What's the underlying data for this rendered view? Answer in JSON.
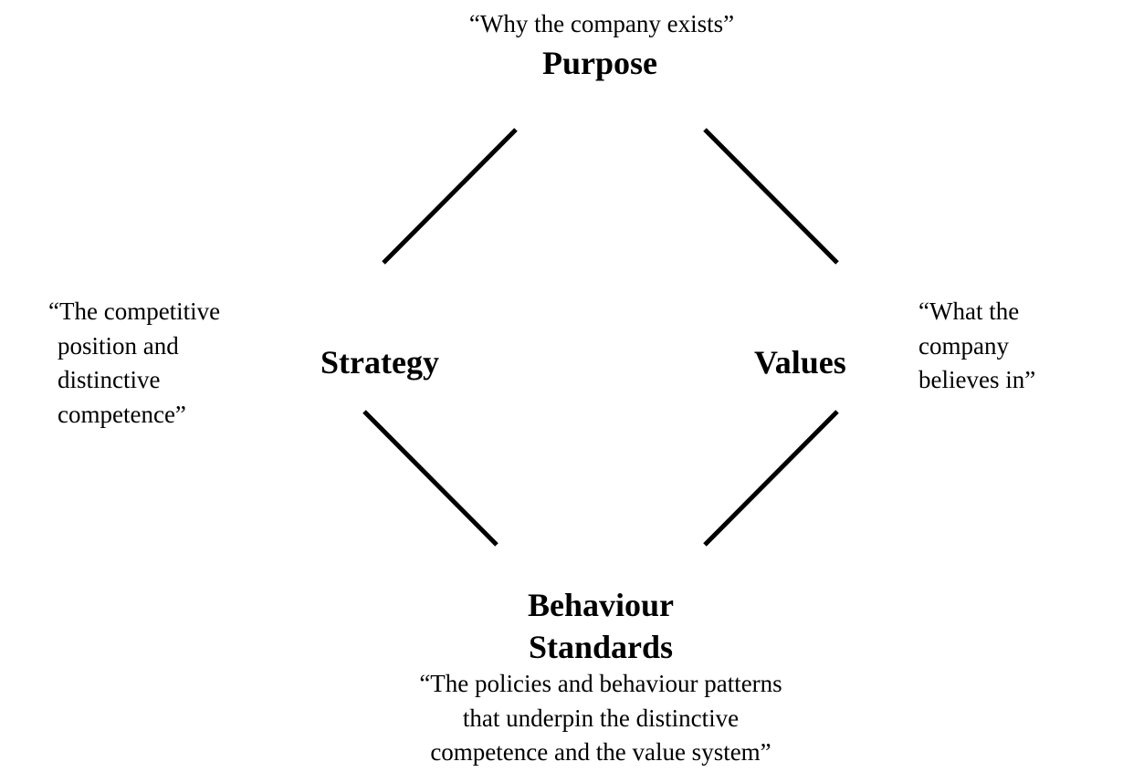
{
  "nodes": {
    "purpose": {
      "title": "Purpose",
      "desc": [
        "“Why the company exists”"
      ]
    },
    "strategy": {
      "title": "Strategy",
      "desc": [
        "“The competitive",
        "position and",
        "distinctive",
        "competence”"
      ]
    },
    "values": {
      "title": "Values",
      "desc": [
        "“What the",
        "company",
        "believes in”"
      ]
    },
    "behaviour": {
      "title": [
        "Behaviour",
        "Standards"
      ],
      "desc": [
        "“The policies and behaviour patterns",
        "that underpin the distinctive",
        "competence and the value system”"
      ]
    }
  },
  "colors": {
    "lines": "#000000",
    "text": "#000000",
    "background": "#ffffff"
  }
}
